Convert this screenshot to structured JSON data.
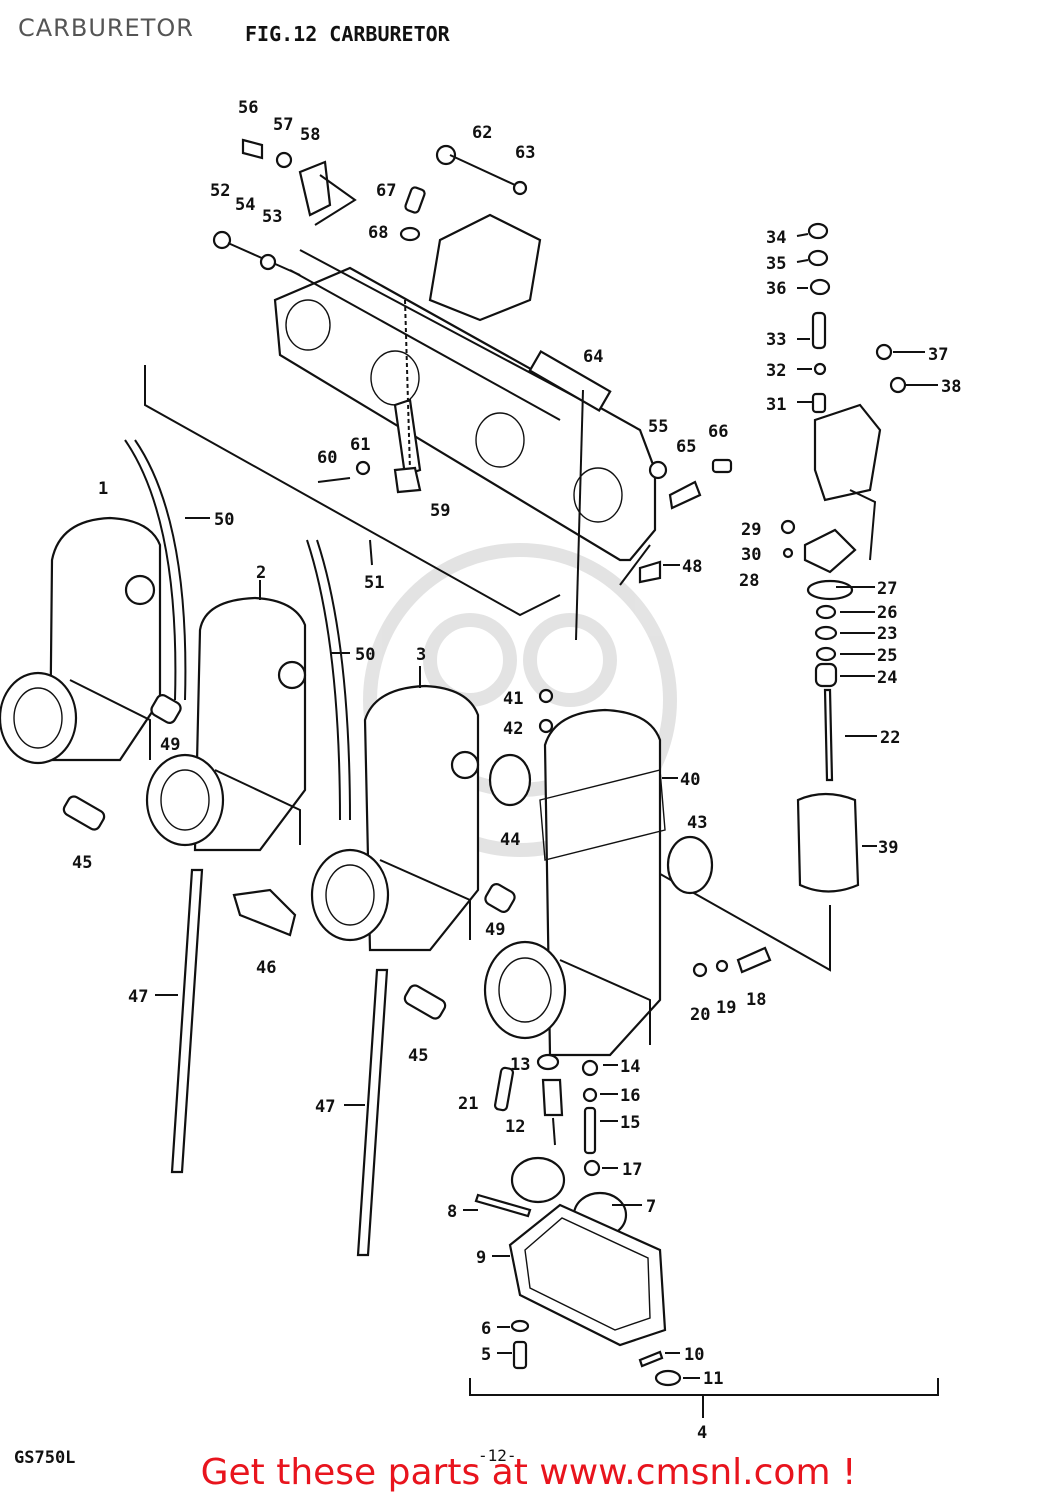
{
  "header": {
    "label": "CARBURETOR",
    "figure_title": "FIG.12  CARBURETOR"
  },
  "footer": {
    "model": "GS750L",
    "page": "-12-",
    "promo": "Get these parts at www.cmsnl.com !"
  },
  "callouts": [
    {
      "id": "c56",
      "text": "56"
    },
    {
      "id": "c57",
      "text": "57"
    },
    {
      "id": "c58",
      "text": "58"
    },
    {
      "id": "c62",
      "text": "62"
    },
    {
      "id": "c63",
      "text": "63"
    },
    {
      "id": "c67",
      "text": "67"
    },
    {
      "id": "c68",
      "text": "68"
    },
    {
      "id": "c52",
      "text": "52"
    },
    {
      "id": "c54",
      "text": "54"
    },
    {
      "id": "c53",
      "text": "53"
    },
    {
      "id": "c64",
      "text": "64"
    },
    {
      "id": "c55",
      "text": "55"
    },
    {
      "id": "c65",
      "text": "65"
    },
    {
      "id": "c66",
      "text": "66"
    },
    {
      "id": "c60",
      "text": "60"
    },
    {
      "id": "c61",
      "text": "61"
    },
    {
      "id": "c59",
      "text": "59"
    },
    {
      "id": "c48",
      "text": "48"
    },
    {
      "id": "c51",
      "text": "51"
    },
    {
      "id": "c34",
      "text": "34"
    },
    {
      "id": "c35",
      "text": "35"
    },
    {
      "id": "c36",
      "text": "36"
    },
    {
      "id": "c33",
      "text": "33"
    },
    {
      "id": "c32",
      "text": "32"
    },
    {
      "id": "c31",
      "text": "31"
    },
    {
      "id": "c37",
      "text": "37"
    },
    {
      "id": "c38",
      "text": "38"
    },
    {
      "id": "c29",
      "text": "29"
    },
    {
      "id": "c30",
      "text": "30"
    },
    {
      "id": "c28",
      "text": "28"
    },
    {
      "id": "c27",
      "text": "27"
    },
    {
      "id": "c26",
      "text": "26"
    },
    {
      "id": "c23",
      "text": "23"
    },
    {
      "id": "c25",
      "text": "25"
    },
    {
      "id": "c24",
      "text": "24"
    },
    {
      "id": "c22",
      "text": "22"
    },
    {
      "id": "c39",
      "text": "39"
    },
    {
      "id": "c1",
      "text": "1"
    },
    {
      "id": "c50a",
      "text": "50"
    },
    {
      "id": "c2",
      "text": "2"
    },
    {
      "id": "c50b",
      "text": "50"
    },
    {
      "id": "c3",
      "text": "3"
    },
    {
      "id": "c41",
      "text": "41"
    },
    {
      "id": "c42",
      "text": "42"
    },
    {
      "id": "c40",
      "text": "40"
    },
    {
      "id": "c49a",
      "text": "49"
    },
    {
      "id": "c44",
      "text": "44"
    },
    {
      "id": "c43",
      "text": "43"
    },
    {
      "id": "c45a",
      "text": "45"
    },
    {
      "id": "c49b",
      "text": "49"
    },
    {
      "id": "c46",
      "text": "46"
    },
    {
      "id": "c47a",
      "text": "47"
    },
    {
      "id": "c45b",
      "text": "45"
    },
    {
      "id": "c20",
      "text": "20"
    },
    {
      "id": "c19",
      "text": "19"
    },
    {
      "id": "c18",
      "text": "18"
    },
    {
      "id": "c13",
      "text": "13"
    },
    {
      "id": "c14",
      "text": "14"
    },
    {
      "id": "c16",
      "text": "16"
    },
    {
      "id": "c21",
      "text": "21"
    },
    {
      "id": "c47b",
      "text": "47"
    },
    {
      "id": "c15",
      "text": "15"
    },
    {
      "id": "c12",
      "text": "12"
    },
    {
      "id": "c17",
      "text": "17"
    },
    {
      "id": "c7",
      "text": "7"
    },
    {
      "id": "c8",
      "text": "8"
    },
    {
      "id": "c9",
      "text": "9"
    },
    {
      "id": "c6",
      "text": "6"
    },
    {
      "id": "c5",
      "text": "5"
    },
    {
      "id": "c10",
      "text": "10"
    },
    {
      "id": "c11",
      "text": "11"
    },
    {
      "id": "c4",
      "text": "4"
    }
  ]
}
